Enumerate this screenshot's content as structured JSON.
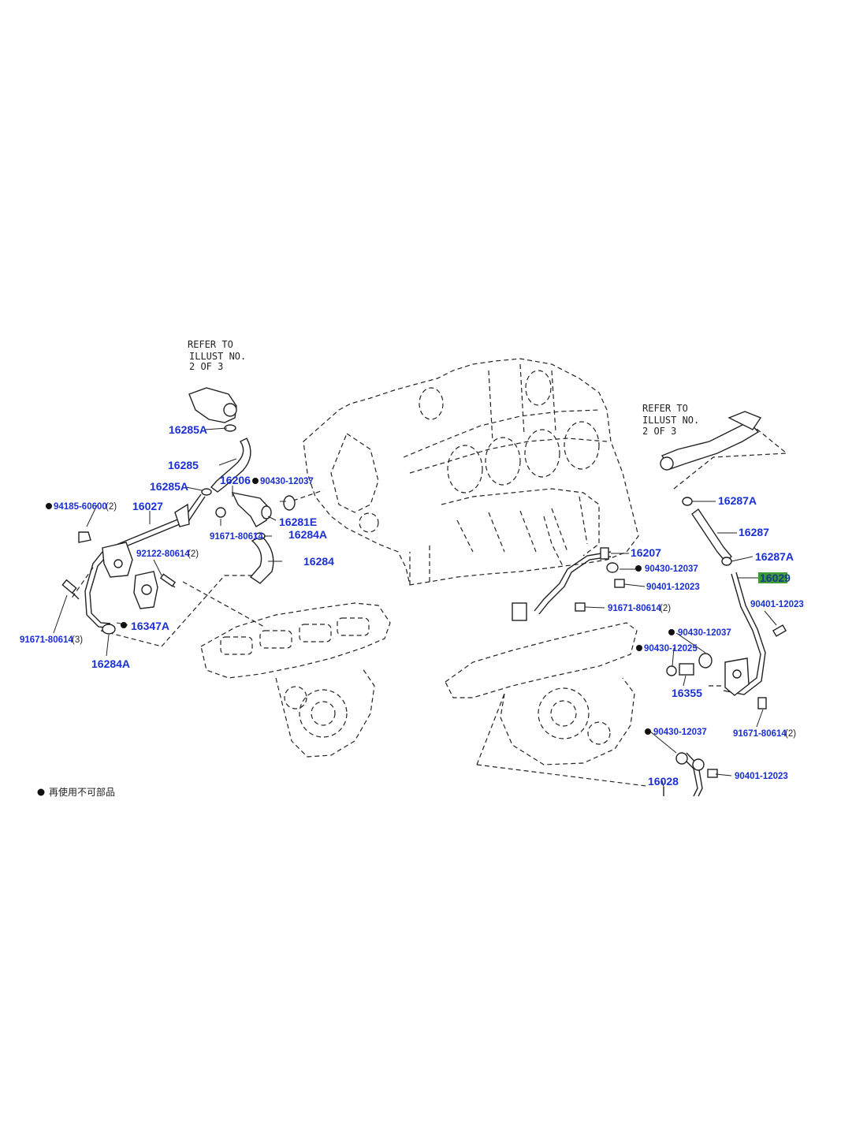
{
  "refer_left": [
    "REFER TO",
    "ILLUST NO.",
    "2 OF 3"
  ],
  "refer_right": [
    "REFER TO",
    "ILLUST NO.",
    "2 OF 3"
  ],
  "highlight_color": "#3f9a35",
  "label_color": "#1a2fd6",
  "labels": {
    "p16285A_top": "16285A",
    "p16285": "16285",
    "p16285A_mid": "16285A",
    "p16206": "16206",
    "p90430_12037_a": "90430-12037",
    "p94185": "94185-60600",
    "p94185_qty": "(2)",
    "p16027": "16027",
    "p16281E": "16281E",
    "p91671_a": "91671-80614",
    "p16284A_a": "16284A",
    "p92122": "92122-80614",
    "p92122_qty": "(2)",
    "p16284": "16284",
    "p16347A": "16347A",
    "p91671_b": "91671-80614",
    "p91671_b_qty": "(3)",
    "p16284A_b": "16284A",
    "p16287A_a": "16287A",
    "p16287": "16287",
    "p16287A_b": "16287A",
    "p16029": "16029",
    "p16207": "16207",
    "p90430_12037_b": "90430-12037",
    "p90401_12023_a": "90401-12023",
    "p91671_c": "91671-80614",
    "p91671_c_qty": "(2)",
    "p90401_12023_b": "90401-12023",
    "p90430_12037_c": "90430-12037",
    "p90430_12025": "90430-12025",
    "p16355": "16355",
    "p91671_d": "91671-80614",
    "p91671_d_qty": "(2)",
    "p90430_12037_d": "90430-12037",
    "p90401_12023_c": "90401-12023",
    "p16028": "16028"
  },
  "legend_note": "再使用不可部品",
  "legend_icon": "filled-circle-icon"
}
